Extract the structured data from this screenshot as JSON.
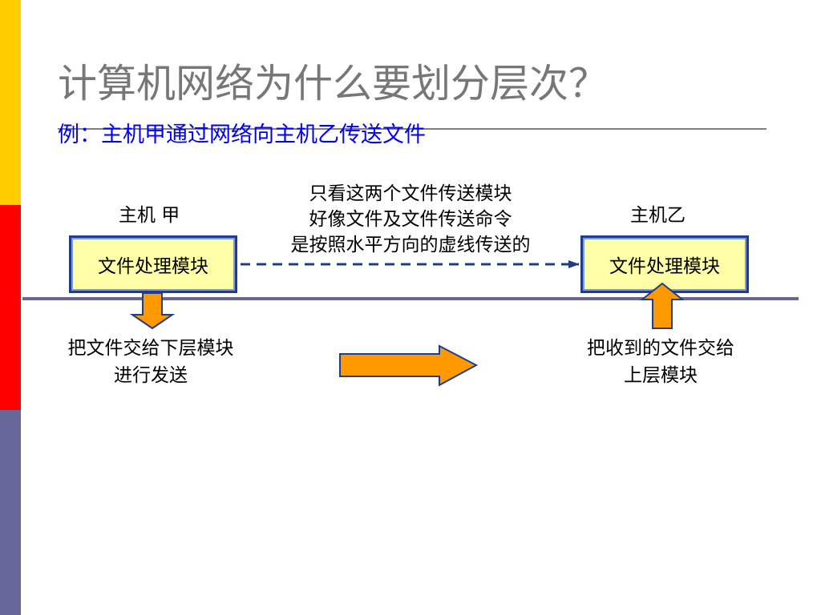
{
  "slide": {
    "title": "计算机网络为什么要划分层次？",
    "subtitle": "例：主机甲通过网络向主机乙传送文件"
  },
  "hosts": {
    "left_label": "主机 甲",
    "right_label": "主机乙"
  },
  "modules": {
    "left": "文件处理模块",
    "right": "文件处理模块"
  },
  "note": {
    "lines": [
      "只看这两个文件传送模块",
      "好像文件及文件传送命令",
      "是按照水平方向的虚线传送的"
    ]
  },
  "captions": {
    "left": [
      "把文件交给下层模块",
      "进行发送"
    ],
    "right": [
      "把收到的文件交给",
      "上层模块"
    ]
  },
  "colors": {
    "left_bar": [
      "#FFCC00",
      "#FF0000",
      "#666699"
    ],
    "title": "#777777",
    "subtitle": "#0000FF",
    "module_fill": "#FFFFA8",
    "module_border": "#1F3D8A",
    "arrow_fill": "#FF9900",
    "arrow_stroke": "#1F3D8A",
    "dashed_arrow": "#1F3D8A"
  }
}
